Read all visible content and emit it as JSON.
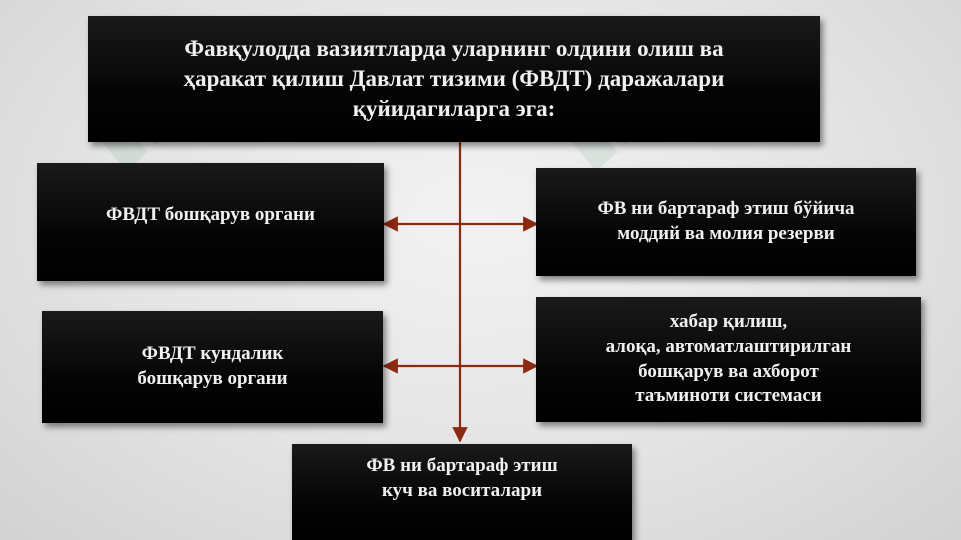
{
  "diagram": {
    "title_lines": [
      "Фавқулодда вазиятларда уларнинг олдини олиш ва",
      "ҳаракат қилиш Давлат тизими (ФВДТ) даражалари",
      "қуйидагиларга эга:"
    ],
    "box_management": [
      "ФВДТ бошқарув органи"
    ],
    "box_reserve": [
      "ФВ ни бартараф этиш бўйича",
      "моддий ва молия резерви"
    ],
    "box_daily": [
      "ФВДТ кундалик",
      "бошқарув органи"
    ],
    "box_comm": [
      "хабар қилиш,",
      "алоқа, автоматлаштирилган",
      "бошқарув ва ахборот",
      "таъминоти системаси"
    ],
    "box_forces": [
      "ФВ ни бартараф этиш",
      "куч ва воситалари"
    ]
  },
  "colors": {
    "box_bg": "#000000",
    "box_text": "#f0f0f0",
    "connector": "#8b2a12"
  }
}
